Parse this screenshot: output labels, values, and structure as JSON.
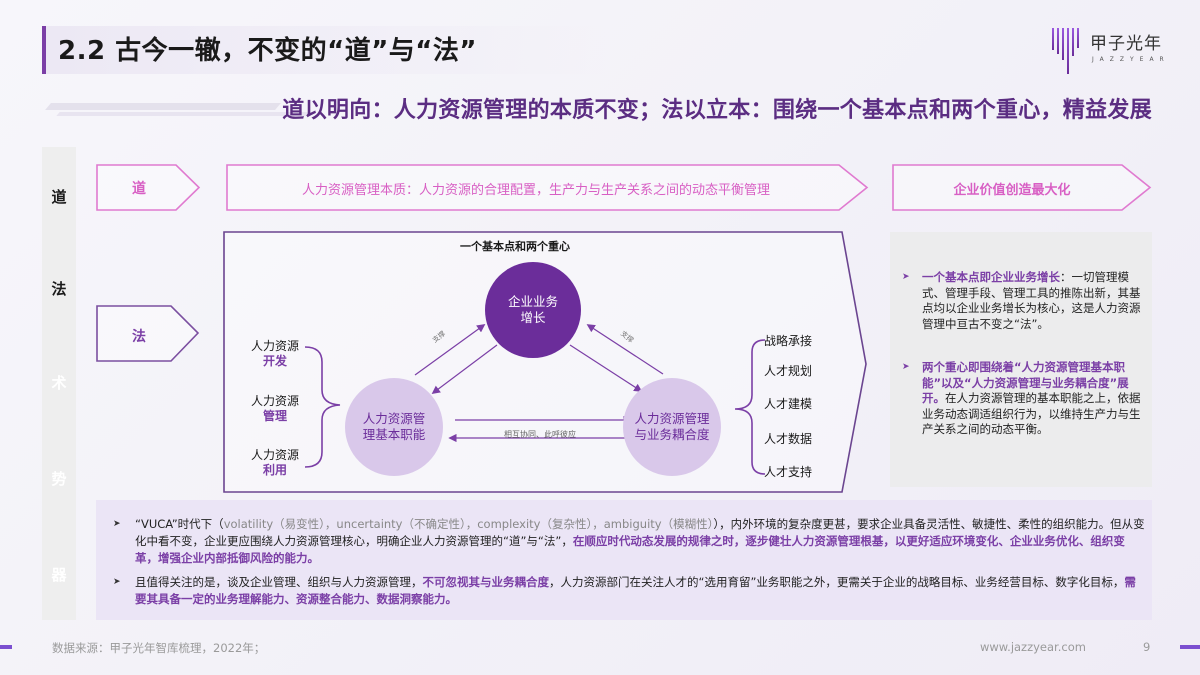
{
  "header": {
    "title": "2.2 古今一辙，不变的“道”与“法”",
    "subtitle": "道以明向：人力资源管理的本质不变；法以立本：围绕一个基本点和两个重心，精益发展",
    "logo": {
      "name": "甲子光年",
      "sub": "JAZZYEAR",
      "icon": "jazzyear-bars-icon",
      "color": "#7b3fa6"
    }
  },
  "side_nav": {
    "items": [
      {
        "label": "道",
        "active": true
      },
      {
        "label": "法",
        "active": true
      },
      {
        "label": "术",
        "active": false
      },
      {
        "label": "势",
        "active": false
      },
      {
        "label": "器",
        "active": false
      }
    ]
  },
  "dao_row": {
    "tag": "道",
    "essence": "人力资源管理本质：人力资源的合理配置，生产力与生产关系之间的动态平衡管理",
    "goal": "企业价值创造最大化",
    "color": "#e07ad0"
  },
  "fa_row": {
    "tag": "法",
    "color": "#7b4fa0"
  },
  "diagram": {
    "title": "一个基本点和两个重心",
    "center_node": "企业业务\n增长",
    "left_node": "人力资源管\n理基本职能",
    "right_node": "人力资源管理\n与业务耦合度",
    "support_label_left": "支撑",
    "support_label_right": "支撑",
    "mutual_label": "相互协同、此呼彼应",
    "hr_items": [
      {
        "line1": "人力资源",
        "line2": "开发"
      },
      {
        "line1": "人力资源",
        "line2": "管理"
      },
      {
        "line1": "人力资源",
        "line2": "利用"
      }
    ],
    "talent_items": [
      "战略承接",
      "人才规划",
      "人才建模",
      "人才数据",
      "人才支持"
    ],
    "colors": {
      "primary": "#6b2d9a",
      "light": "#d9c8ea",
      "line": "#7b3fa6"
    }
  },
  "notes": [
    {
      "highlight": "一个基本点即企业业务增长",
      "body": "：一切管理模式、管理手段、管理工具的推陈出新，其基点均以企业业务增长为核心，这是人力资源管理中亘古不变之“法”。"
    },
    {
      "highlight": "两个重心即围绕着“人力资源管理基本职能”以及“人力资源管理与业务耦合度”展开。",
      "body": "在人力资源管理的基本职能之上，依据业务动态调适组织行为，以维持生产力与生产关系之间的动态平衡。"
    }
  ],
  "bottom_points": [
    {
      "part1": "“VUCA”时代下（",
      "grey": "volatility（易变性），uncertainty（不确定性），complexity（复杂性），ambiguity（模糊性）",
      "part2": "），内外环境的复杂度更甚，要求企业具备灵活性、敏捷性、柔性的组织能力。但从变化中看不变，企业更应围绕人力资源管理核心，明确企业人力资源管理的“道”与“法”，",
      "highlight": "在顺应时代动态发展的规律之时，逐步健壮人力资源管理根基，以更好适应环境变化、企业业务优化、组织变革，增强企业内部抵御风险的能力。"
    },
    {
      "part1": "且值得关注的是，谈及企业管理、组织与人力资源管理，",
      "highlight1": "不可忽视其与业务耦合度",
      "part2": "，人力资源部门在关注人才的“选用育留”业务职能之外，更需关于企业的战略目标、业务经营目标、数字化目标，",
      "highlight2": "需要其具备一定的业务理解能力、资源整合能力、数据洞察能力。"
    }
  ],
  "footer": {
    "source": "数据来源：甲子光年智库梳理，2022年；",
    "url": "www.jazzyear.com",
    "page": "9"
  }
}
